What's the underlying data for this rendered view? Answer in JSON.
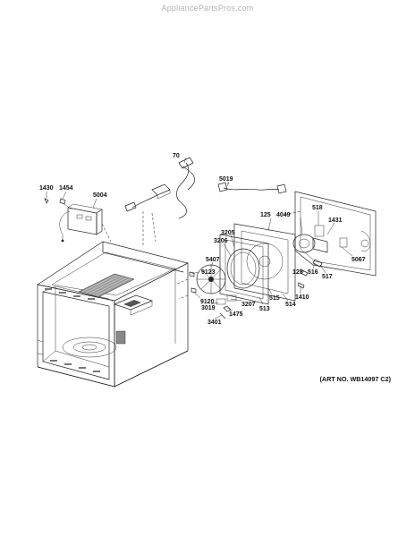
{
  "watermark": "AppliancePartsPros.com",
  "art_number": "(ART NO. WB14097 C2)",
  "callouts": [
    "70",
    "5019",
    "1430",
    "1454",
    "5004",
    "125",
    "4049",
    "518",
    "1431",
    "3205",
    "3206",
    "5067",
    "5407",
    "125",
    "516",
    "517",
    "9123",
    "1410",
    "9120",
    "3207",
    "515",
    "514",
    "3019",
    "1475",
    "513",
    "3401"
  ]
}
